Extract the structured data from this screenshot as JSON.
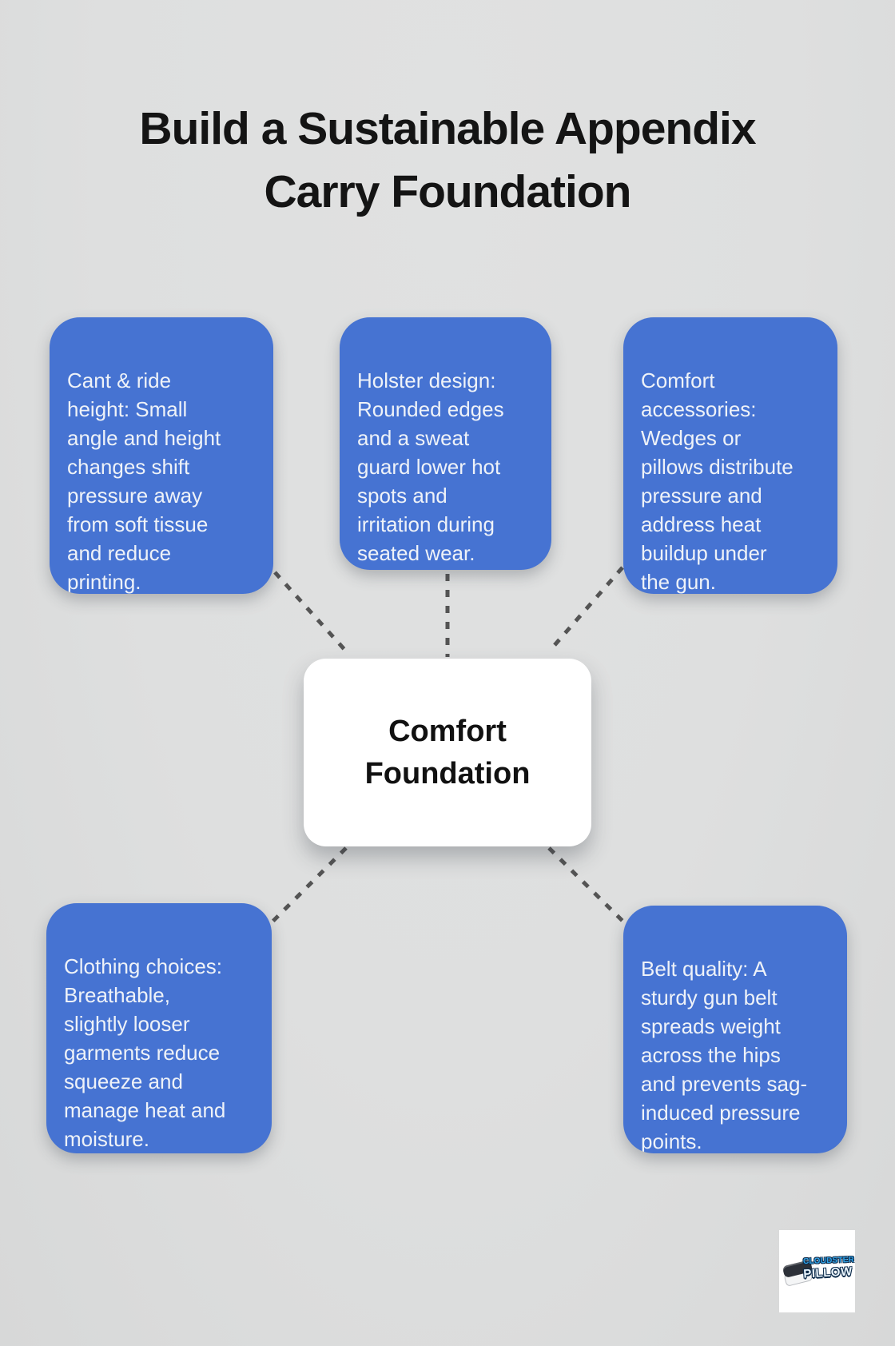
{
  "title": {
    "lines": [
      "Build a Sustainable Appendix",
      "Carry Foundation"
    ]
  },
  "center_node": {
    "lines": [
      "Comfort",
      "Foundation"
    ]
  },
  "nodes": [
    {
      "id": "cant-ride-height",
      "lines": [
        "Cant & ride",
        "height: Small",
        "angle and height",
        "changes shift",
        "pressure away",
        "from soft tissue",
        "and reduce",
        "printing."
      ]
    },
    {
      "id": "holster-design",
      "lines": [
        "Holster design:",
        "Rounded edges",
        "and a sweat",
        "guard lower hot",
        "spots and",
        "irritation during",
        "seated wear."
      ]
    },
    {
      "id": "comfort-accessories",
      "lines": [
        "Comfort",
        "accessories:",
        "Wedges or",
        "pillows distribute",
        "pressure and",
        "address heat",
        "buildup under",
        "the gun."
      ]
    },
    {
      "id": "clothing-choices",
      "lines": [
        "Clothing choices:",
        "Breathable,",
        "slightly looser",
        "garments reduce",
        "squeeze and",
        "manage heat and",
        "moisture."
      ]
    },
    {
      "id": "belt-quality",
      "lines": [
        "Belt quality: A",
        "sturdy gun belt",
        "spreads weight",
        "across the hips",
        "and prevents sag-",
        "induced pressure",
        "points."
      ]
    }
  ],
  "logo": {
    "brand_line1": "CLOUDSTER",
    "brand_line2": "PILLOW"
  },
  "colors": {
    "background": "#e0e1e1",
    "node_fill": "#4673d2",
    "node_text": "#eef2f8",
    "center_fill": "#ffffff",
    "center_text": "#111111",
    "title_text": "#141414",
    "connector": "#545454",
    "logo_blue": "#2ea2e8",
    "logo_outline": "#0d2b4a"
  }
}
